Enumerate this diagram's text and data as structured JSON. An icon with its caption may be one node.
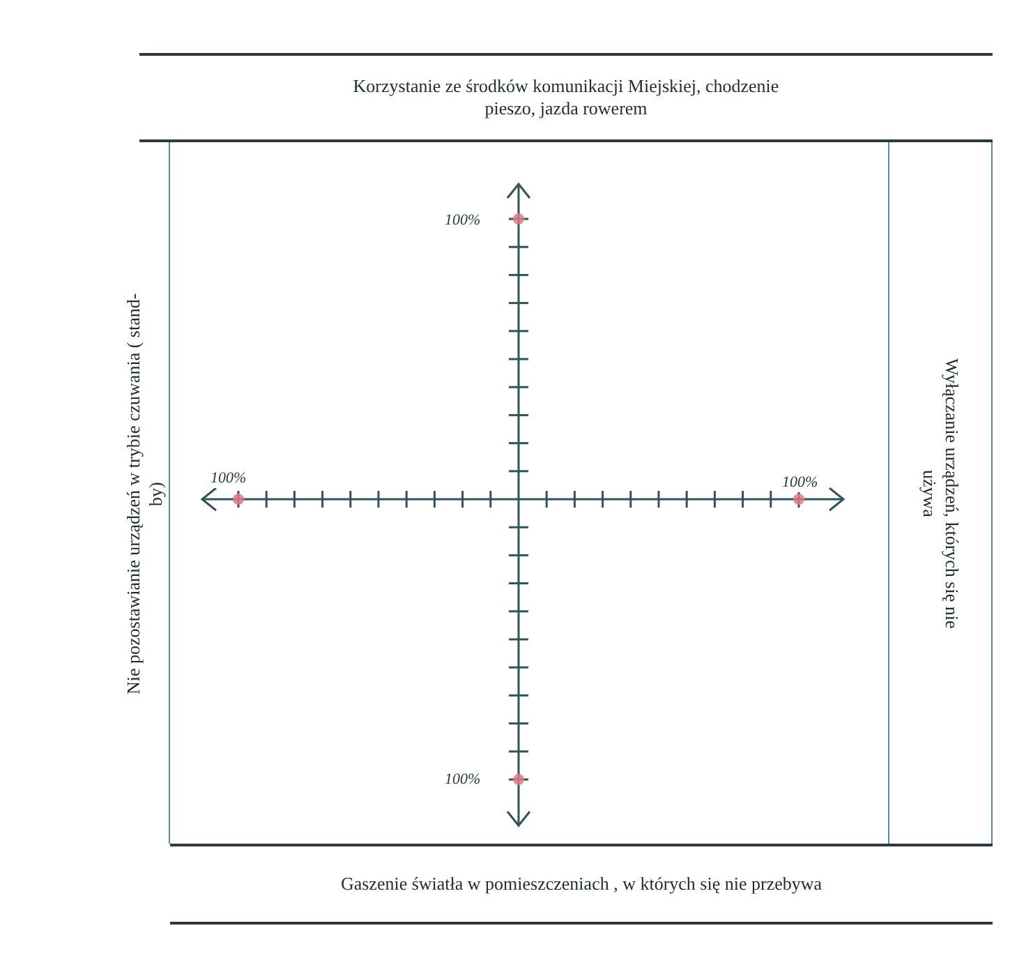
{
  "diagram": {
    "nodes": [
      {
        "text": [
          "Korzystanie ze środków komunikacji Miejskiej, chodzenie pieszo, jazda rowerem"
        ]
      },
      {
        "text": [
          "Nie pozostawianie urządzeń w trybie czuwania ( stand-by)"
        ]
      },
      {
        "text": [
          "Wyłączanie urządzeń, których się nie używa"
        ]
      },
      {
        "text": [
          "Gaszenie światła w pomieszczeniach , w których się nie przebywa"
        ]
      }
    ],
    "labels": [
      "100%",
      "100%",
      "100%",
      "100%"
    ]
  }
}
